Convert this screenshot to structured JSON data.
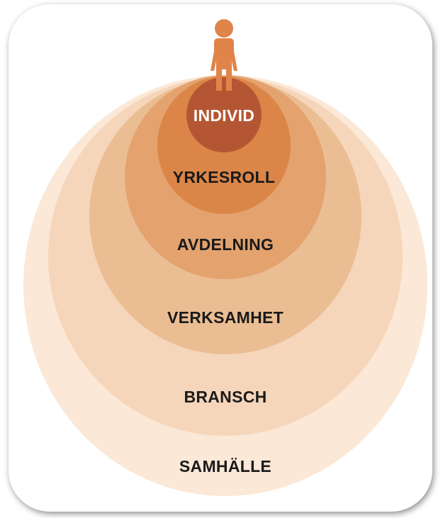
{
  "diagram": {
    "levels": [
      {
        "id": "samhalle",
        "label": "SAMHÄLLE",
        "fill": "#FBE8D6",
        "text_color": "#1A1A1A"
      },
      {
        "id": "bransch",
        "label": "BRANSCH",
        "fill": "#F5D6BA",
        "text_color": "#1A1A1A"
      },
      {
        "id": "verksamhet",
        "label": "VERKSAMHET",
        "fill": "#EBBD93",
        "text_color": "#1A1A1A"
      },
      {
        "id": "avdelning",
        "label": "AVDELNING",
        "fill": "#E4A36E",
        "text_color": "#1A1A1A"
      },
      {
        "id": "yrkesroll",
        "label": "YRKESROLL",
        "fill": "#DB8648",
        "text_color": "#1A1A1A"
      },
      {
        "id": "individ",
        "label": "INDIVID",
        "fill": "#B45633",
        "text_color": "#FFFFFF"
      }
    ],
    "person_icon": {
      "name": "person-icon",
      "color": "#E0844A"
    }
  }
}
